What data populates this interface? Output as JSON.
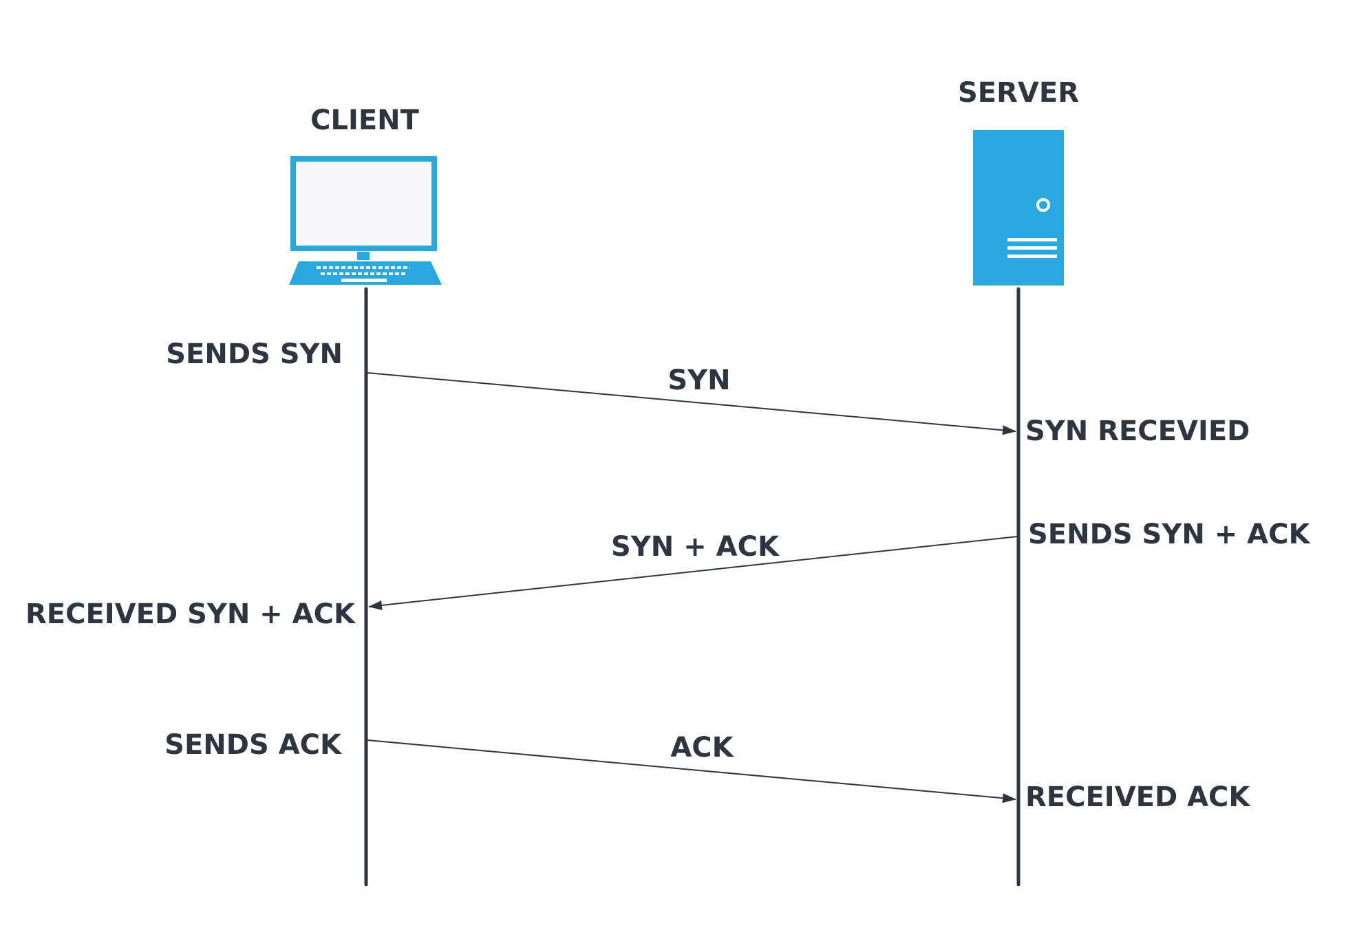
{
  "colors": {
    "ink": "#2e3440",
    "device_blue": "#29a8df",
    "screen_fill": "#f7f8fb",
    "background": "#ffffff"
  },
  "participants": {
    "client": {
      "label": "CLIENT",
      "icon": "laptop-icon"
    },
    "server": {
      "label": "SERVER",
      "icon": "server-tower-icon"
    }
  },
  "messages": {
    "syn": {
      "label": "SYN",
      "client_note": "SENDS SYN",
      "server_note": "SYN RECEVIED"
    },
    "syn_ack": {
      "label": "SYN + ACK",
      "server_note": "SENDS SYN + ACK",
      "client_note": "RECEIVED SYN + ACK"
    },
    "ack": {
      "label": "ACK",
      "client_note": "SENDS ACK",
      "server_note": "RECEIVED ACK"
    }
  }
}
